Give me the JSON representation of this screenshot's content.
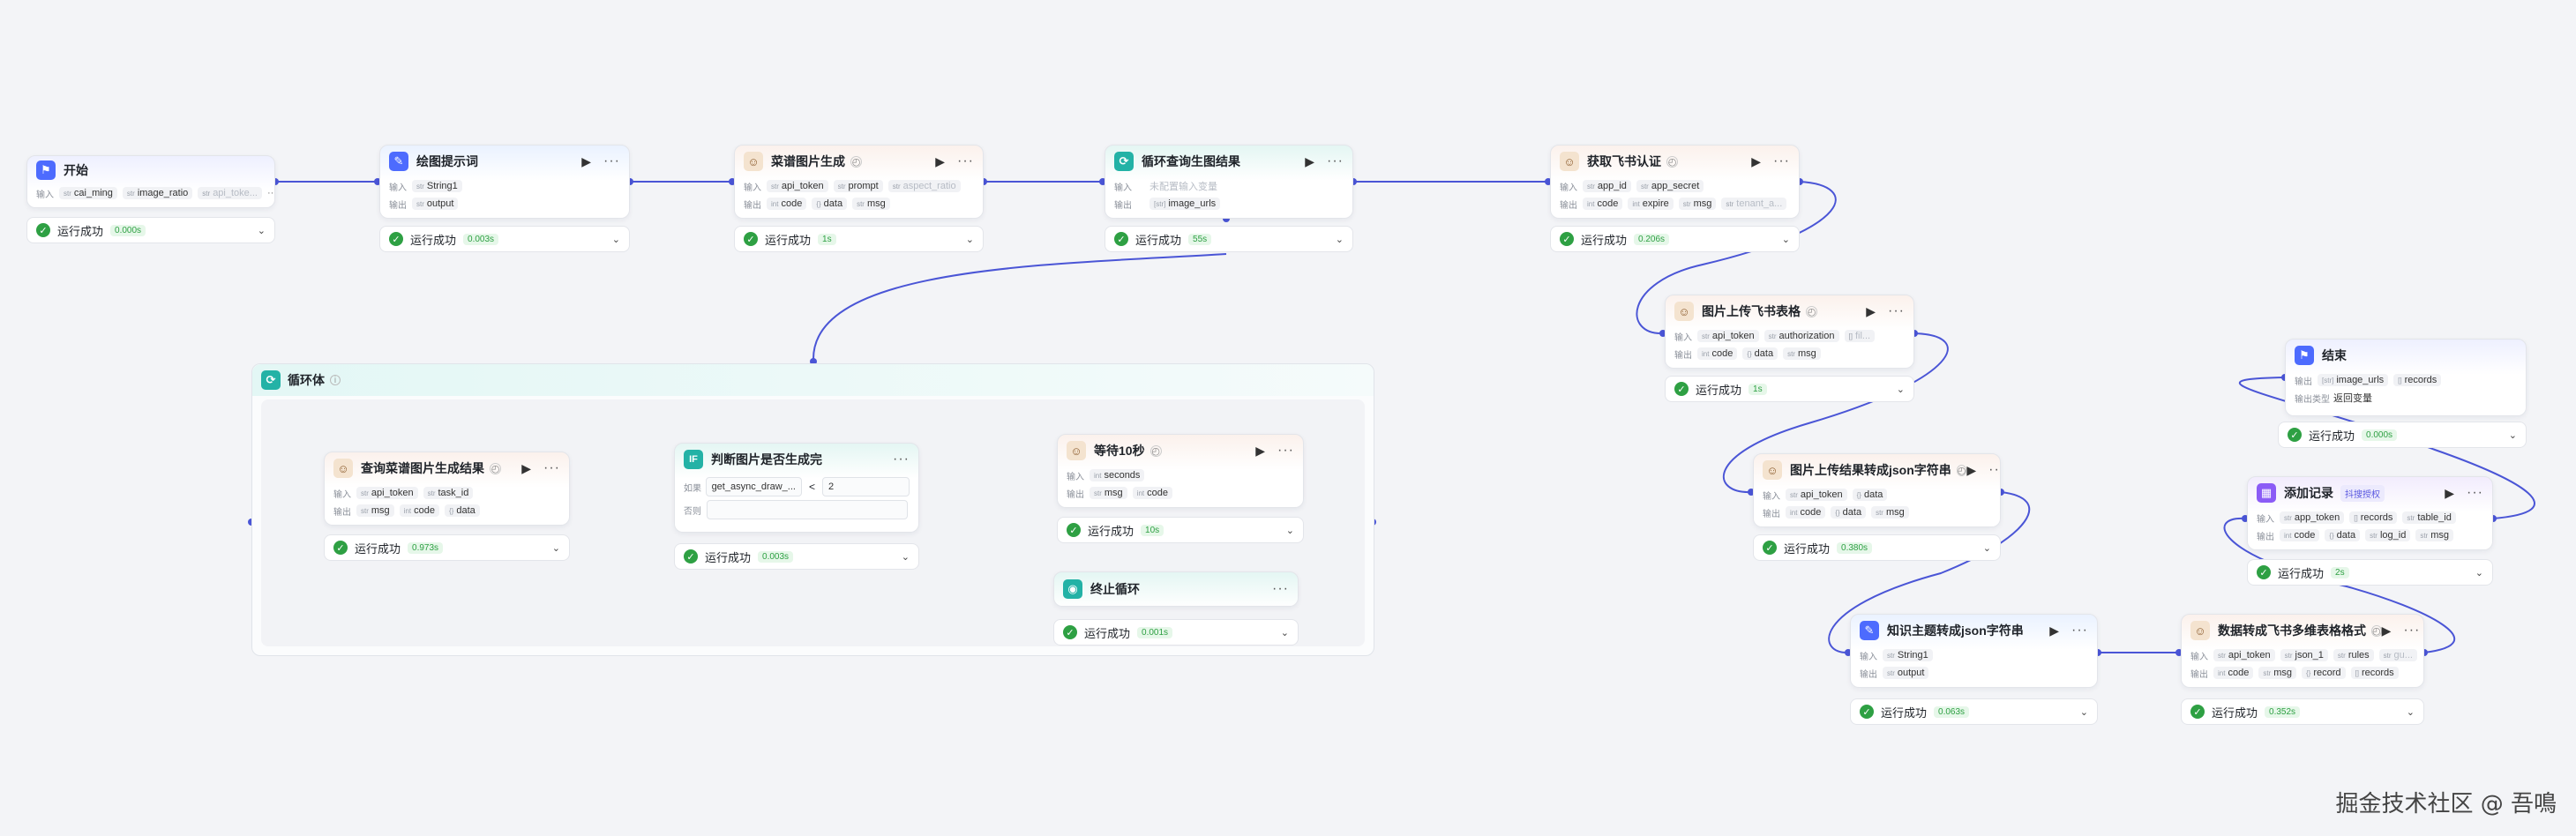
{
  "common": {
    "input_label": "输入",
    "output_label": "输出",
    "status_text": "运行成功",
    "run_symbol": "▶",
    "more_symbol": "···",
    "check_symbol": "✓",
    "chevron_symbol": "⌄"
  },
  "nodes": {
    "start": {
      "title": "开始",
      "inputs": [
        "cai_ming",
        "image_ratio",
        "api_toke..."
      ],
      "time": "0.000s"
    },
    "prompt": {
      "title": "绘图提示词",
      "inputs": [
        "String1"
      ],
      "outputs": [
        "output"
      ],
      "time": "0.003s"
    },
    "menu_image": {
      "title": "菜谱图片生成",
      "inputs": [
        "api_token",
        "prompt",
        "aspect_ratio"
      ],
      "outputs": [
        "code",
        "data",
        "msg"
      ],
      "time": "1s"
    },
    "loop_query": {
      "title": "循环查询生图结果",
      "input_placeholder": "未配置输入变量",
      "outputs": [
        "image_urls"
      ],
      "time": "55s"
    },
    "feishu_auth": {
      "title": "获取飞书认证",
      "inputs": [
        "app_id",
        "app_secret"
      ],
      "outputs": [
        "code",
        "expire",
        "msg",
        "tenant_a..."
      ],
      "time": "0.206s"
    },
    "upload_table": {
      "title": "图片上传飞书表格",
      "inputs": [
        "api_token",
        "authorization",
        "fil..."
      ],
      "outputs": [
        "code",
        "data",
        "msg"
      ],
      "time": "1s"
    },
    "to_json": {
      "title": "图片上传结果转成json字符串",
      "inputs": [
        "api_token",
        "data"
      ],
      "outputs": [
        "code",
        "data",
        "msg"
      ],
      "time": "0.380s"
    },
    "knowledge_json": {
      "title": "知识主题转成json字符串",
      "inputs": [
        "String1"
      ],
      "outputs": [
        "output"
      ],
      "time": "0.063s"
    },
    "data_format": {
      "title": "数据转成飞书多维表格格式",
      "inputs": [
        "api_token",
        "json_1",
        "rules",
        "gu..."
      ],
      "outputs": [
        "code",
        "msg",
        "record",
        "records"
      ],
      "time": "0.352s"
    },
    "add_record": {
      "title": "添加记录",
      "tag": "抖搜授权",
      "inputs": [
        "app_token",
        "records",
        "table_id"
      ],
      "outputs": [
        "code",
        "data",
        "log_id",
        "msg"
      ],
      "time": "2s"
    },
    "end": {
      "title": "结束",
      "output_label": "输出",
      "outputs": [
        "image_urls",
        "records"
      ],
      "output_type_label": "输出类型",
      "output_type_value": "返回变量",
      "time": "0.000s"
    },
    "loop_body": {
      "title": "循环体"
    },
    "query_result": {
      "title": "查询菜谱图片生成结果",
      "inputs": [
        "api_token",
        "task_id"
      ],
      "outputs": [
        "msg",
        "code",
        "data"
      ],
      "time": "0.973s"
    },
    "judge": {
      "title": "判断图片是否生成完",
      "if_label": "如果",
      "cond_var": "get_async_draw_...",
      "cond_op": "<",
      "cond_value": "2",
      "else_label": "否则",
      "time": "0.003s"
    },
    "wait": {
      "title": "等待10秒",
      "inputs": [
        "seconds"
      ],
      "outputs": [
        "msg",
        "code"
      ],
      "time": "10s"
    },
    "stop_loop": {
      "title": "终止循环",
      "time": "0.001s"
    }
  },
  "watermark": "掘金技术社区 @ 吾鳴",
  "colors": {
    "wire": "#4a55d6",
    "success": "#2ea043",
    "accent": "#4d6bfe",
    "loop": "#23b2a6"
  }
}
